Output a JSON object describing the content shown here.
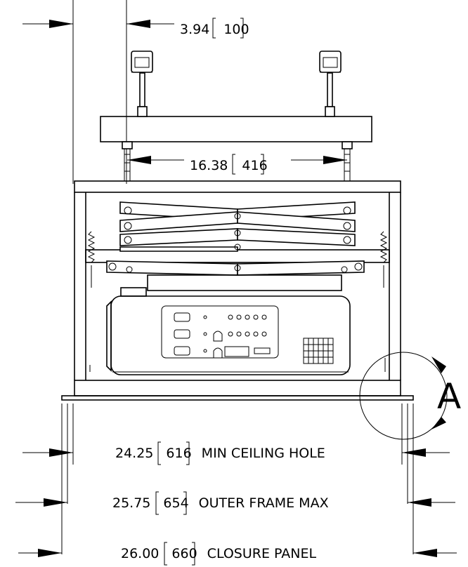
{
  "dimensions": {
    "top_offset": {
      "value": "3.94",
      "metric": "100",
      "label": ""
    },
    "stud_spacing": {
      "value": "16.38",
      "metric": "416",
      "label": ""
    },
    "ceiling_hole": {
      "value": "24.25",
      "metric": "616",
      "label": "MIN CEILING HOLE"
    },
    "outer_frame": {
      "value": "25.75",
      "metric": "654",
      "label": "OUTER FRAME MAX"
    },
    "closure_panel": {
      "value": "26.00",
      "metric": "660",
      "label": "CLOSURE PANEL"
    }
  },
  "detail_callout": {
    "label": "A"
  },
  "colors": {
    "line": "#000000",
    "background": "#ffffff"
  }
}
